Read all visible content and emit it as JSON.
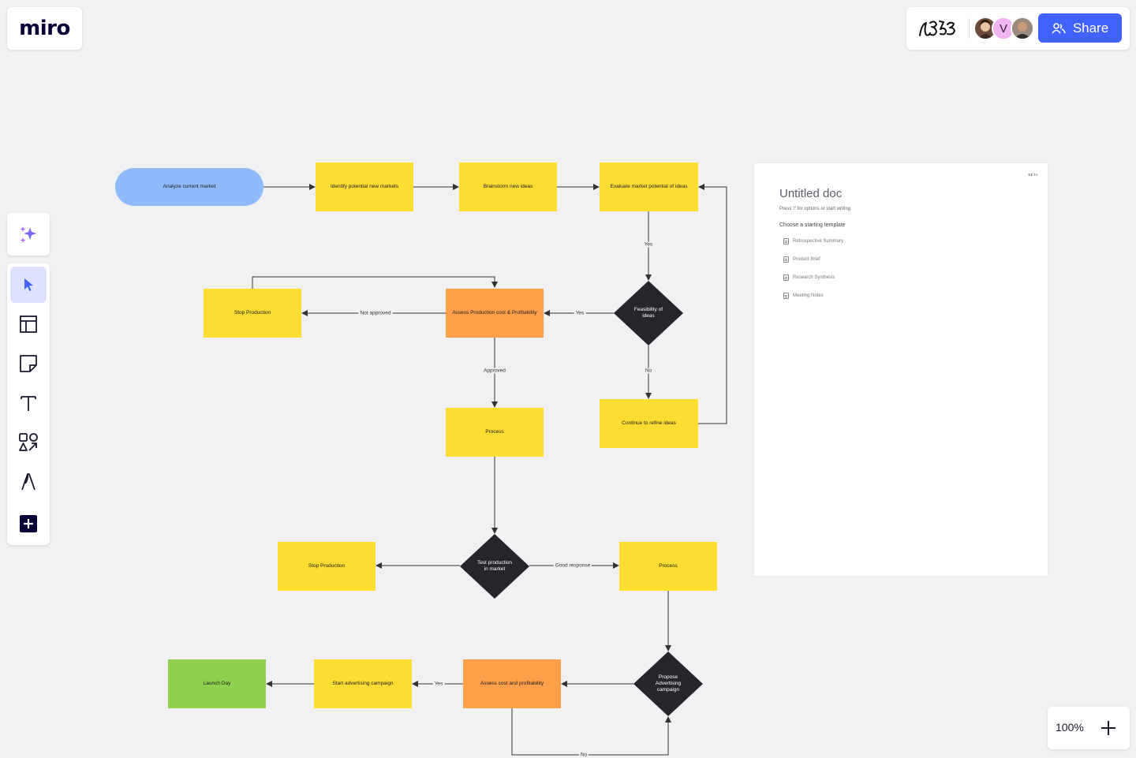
{
  "app": {
    "logo": "miro"
  },
  "header": {
    "share_label": "Share",
    "collaborators": [
      {
        "name": "user-photo-1"
      },
      {
        "name": "V",
        "initial": "V"
      },
      {
        "name": "user-photo-2"
      }
    ]
  },
  "toolbar": {
    "tools": [
      "ai-sparkle",
      "select",
      "templates",
      "sticky-note",
      "text",
      "shapes",
      "pen",
      "more"
    ]
  },
  "zoom": {
    "level": "100%"
  },
  "flowchart": {
    "nodes": {
      "n1": "Analyze current market",
      "n2": "Identify potential new markets",
      "n3": "Brainstorm new ideas",
      "n4": "Evaluate market potential of ideas",
      "n5": "Feasibility of ideas",
      "n6": "Assess Production cost & Profitability",
      "n7": "Stop Production",
      "n8": "Continue to refine ideas",
      "n9": "Process",
      "n10": "Test production in market",
      "n11": "Stop Production",
      "n12": "Process",
      "n13": "Propose Advertising campaign",
      "n14": "Assess cost and profitability",
      "n15": "Start advertising campaign",
      "n16": "Launch Day"
    },
    "labels": {
      "yes1": "Yes",
      "yes2": "Yes",
      "no1": "No",
      "not_approved": "Not approved",
      "approved": "Approved",
      "good_response": "Good response",
      "yes3": "Yes",
      "no2": "No"
    },
    "colors": {
      "process": "#fedd33",
      "assess": "#fe9f4a",
      "start": "#8fbbfd",
      "end": "#8fd14f",
      "decision": "#25262b"
    }
  },
  "doc": {
    "badge": "BETA",
    "title": "Untitled doc",
    "hint": "Press '/' for options or start writing",
    "subtitle": "Choose a starting template",
    "templates": [
      "Retrospective Summary",
      "Product Brief",
      "Research Synthesis",
      "Meeting Notes"
    ]
  }
}
